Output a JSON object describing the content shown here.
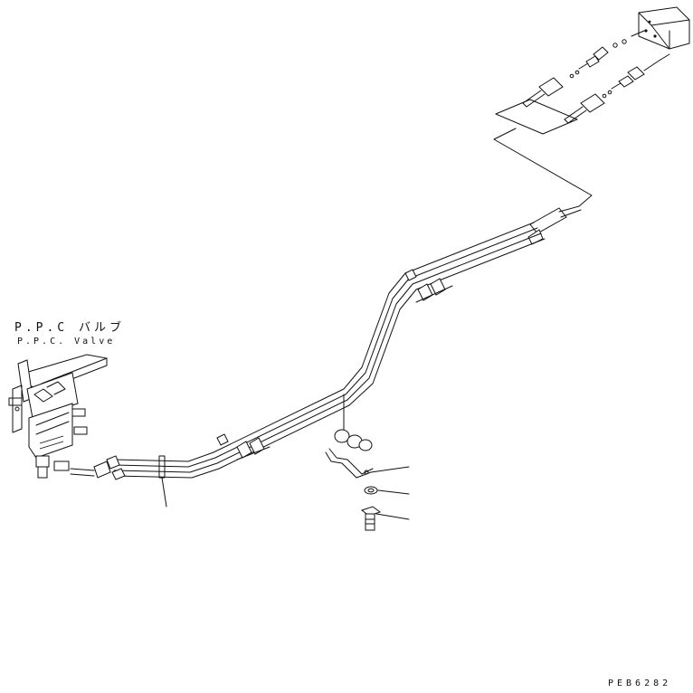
{
  "labels": {
    "ppc_valve_jp": "P.P.C バルブ",
    "ppc_valve_en": "P.P.C. Valve"
  },
  "drawing_number": "PEB6282"
}
